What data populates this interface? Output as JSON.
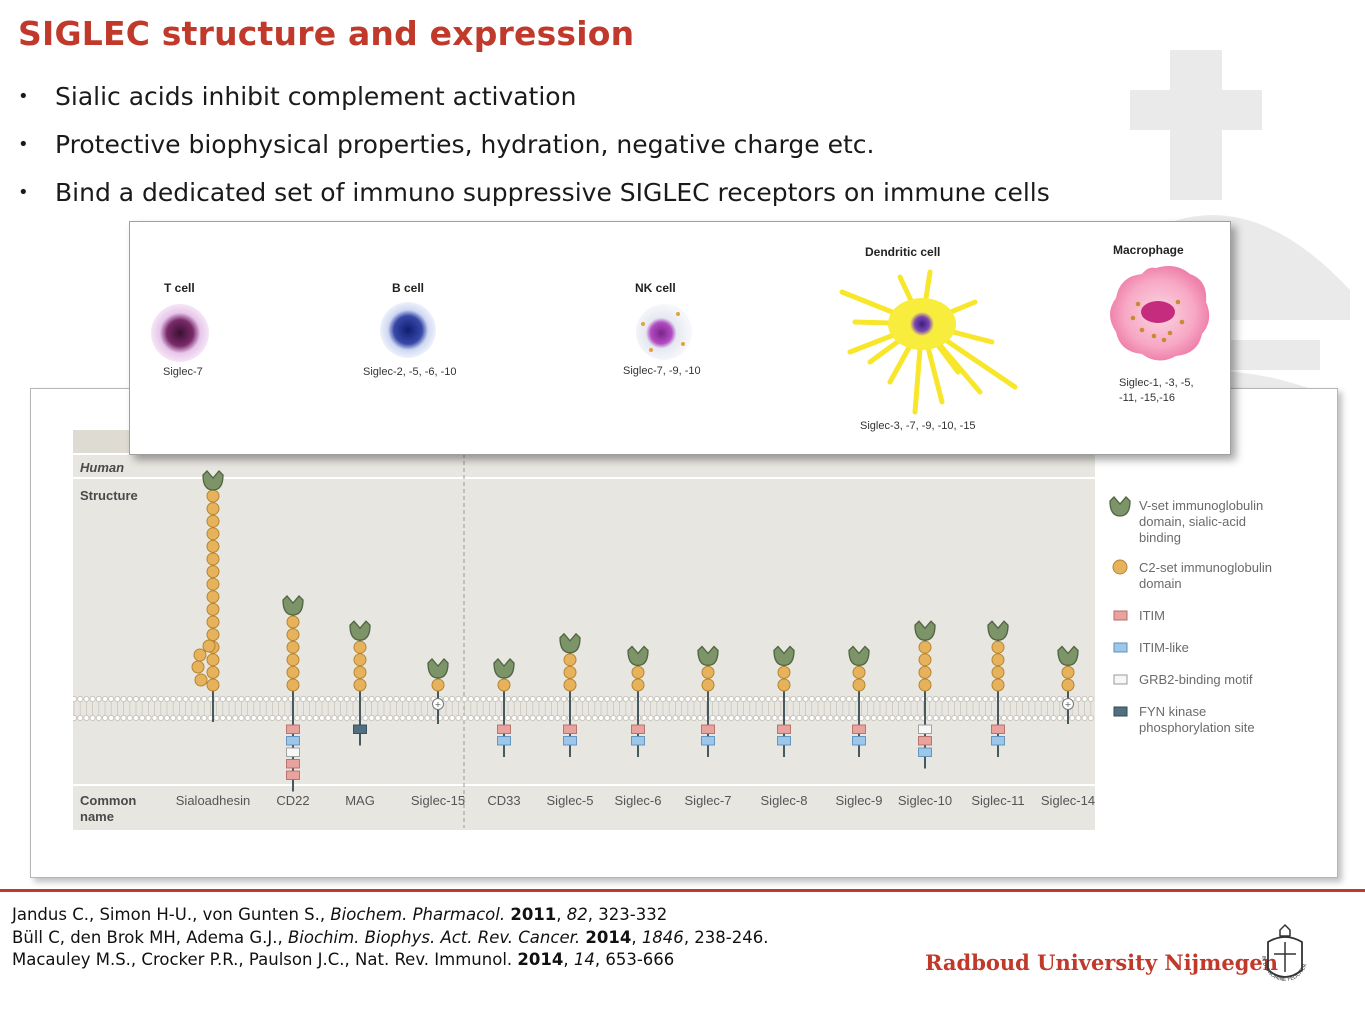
{
  "title": "SIGLEC structure and expression",
  "bullets": [
    "Sialic acids inhibit complement activation",
    "Protective biophysical properties, hydration, negative charge etc.",
    "Bind a dedicated set of immuno suppressive SIGLEC receptors on immune cells"
  ],
  "cells": [
    {
      "name": "T cell",
      "siglecs": [
        "Siglec-7"
      ]
    },
    {
      "name": "B cell",
      "siglecs": [
        "Siglec-2, -5, -6, -10"
      ]
    },
    {
      "name": "NK cell",
      "siglecs": [
        "Siglec-7, -9, -10"
      ]
    },
    {
      "name": "Dendritic cell",
      "siglecs": [
        "Siglec-3, -7, -9, -10, -15"
      ]
    },
    {
      "name": "Macrophage",
      "siglecs": [
        "Siglec-1, -3, -5,",
        "-11, -15,-16"
      ]
    }
  ],
  "structure": {
    "human_label": "Human",
    "structure_label": "Structure",
    "common_name_label": [
      "Common",
      "name"
    ],
    "receptors": [
      {
        "name": "Sialoadhesin",
        "c2": 16,
        "cyto": []
      },
      {
        "name": "CD22",
        "c2": 6,
        "cyto": [
          "itim",
          "itim-like",
          "grb2",
          "itim",
          "itim"
        ]
      },
      {
        "name": "MAG",
        "c2": 4,
        "cyto": [
          "fyn"
        ]
      },
      {
        "name": "Siglec-15",
        "c2": 1,
        "cyto": [],
        "plus": true
      },
      {
        "name": "CD33",
        "c2": 1,
        "cyto": [
          "itim",
          "itim-like"
        ]
      },
      {
        "name": "Siglec-5",
        "c2": 3,
        "cyto": [
          "itim",
          "itim-like"
        ]
      },
      {
        "name": "Siglec-6",
        "c2": 2,
        "cyto": [
          "itim",
          "itim-like"
        ]
      },
      {
        "name": "Siglec-7",
        "c2": 2,
        "cyto": [
          "itim",
          "itim-like"
        ]
      },
      {
        "name": "Siglec-8",
        "c2": 2,
        "cyto": [
          "itim",
          "itim-like"
        ]
      },
      {
        "name": "Siglec-9",
        "c2": 2,
        "cyto": [
          "itim",
          "itim-like"
        ]
      },
      {
        "name": "Siglec-10",
        "c2": 4,
        "cyto": [
          "grb2",
          "itim",
          "itim-like"
        ]
      },
      {
        "name": "Siglec-11",
        "c2": 4,
        "cyto": [
          "itim",
          "itim-like"
        ]
      },
      {
        "name": "Siglec-14",
        "c2": 2,
        "cyto": [],
        "plus": true
      }
    ]
  },
  "legend": [
    {
      "kind": "vset",
      "lines": [
        "V-set immunoglobulin",
        "domain, sialic-acid",
        "binding"
      ]
    },
    {
      "kind": "c2",
      "lines": [
        "C2-set immunoglobulin",
        "domain"
      ]
    },
    {
      "kind": "itim",
      "lines": [
        "ITIM"
      ]
    },
    {
      "kind": "itim-like",
      "lines": [
        "ITIM-like"
      ]
    },
    {
      "kind": "grb2",
      "lines": [
        "GRB2-binding motif"
      ]
    },
    {
      "kind": "fyn",
      "lines": [
        "FYN kinase",
        "phosphorylation site"
      ]
    }
  ],
  "colors": {
    "title": "#c0392b",
    "panel_bg": "#e8e6e0",
    "vset": "#7d9468",
    "c2": "#e6b35c",
    "itim": "#e9a39e",
    "itim_like": "#9cc7ea",
    "grb2": "#f7f7f7",
    "fyn": "#51707f",
    "membrane": "#c9c6bd"
  },
  "references": [
    [
      "Jandus C., Simon H-U., von Gunten S., ",
      {
        "i": "Biochem. Pharmacol."
      },
      " ",
      {
        "b": "2011"
      },
      ", ",
      {
        "i": "82"
      },
      ", 323-332"
    ],
    [
      "Büll C, den Brok MH, Adema G.J., ",
      {
        "i": "Biochim. Biophys. Act. Rev. Cancer."
      },
      " ",
      {
        "b": "2014"
      },
      ", ",
      {
        "i": "1846"
      },
      ", 238-246."
    ],
    [
      "Macauley M.S., Crocker P.R., Paulson J.C., Nat. Rev. Immunol. ",
      {
        "b": "2014"
      },
      ", ",
      {
        "i": "14"
      },
      ", 653-666"
    ]
  ],
  "brand": "Radboud University Nijmegen",
  "seal_text": "IN DEI NOMINE FELICITER"
}
